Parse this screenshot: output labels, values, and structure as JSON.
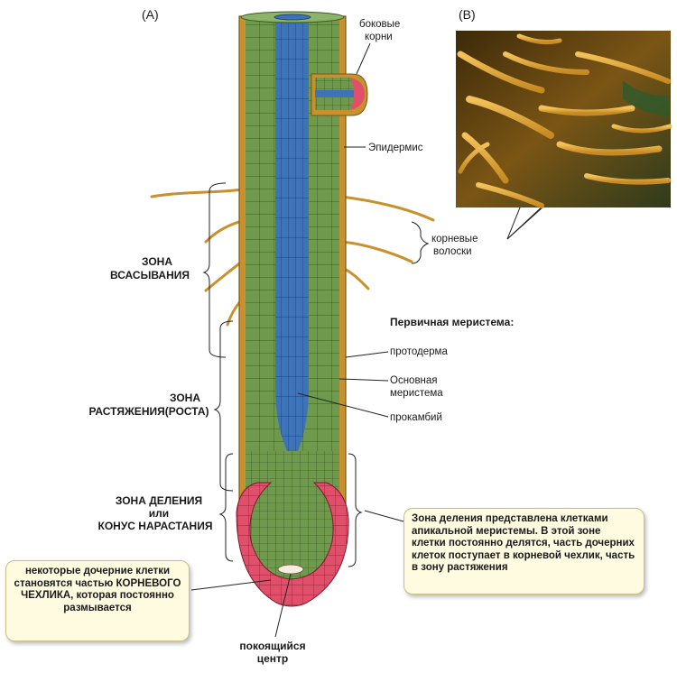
{
  "panels": {
    "a": "(A)",
    "b": "(B)"
  },
  "labels": {
    "lateral_roots": [
      "боковые",
      "корни"
    ],
    "epidermis": "Эпидермис",
    "root_hairs": [
      "корневые",
      "волоски"
    ],
    "absorption_zone": [
      "ЗОНА",
      "ВСАСЫВАНИЯ"
    ],
    "primary_meristem": "Первичная меристема:",
    "protoderm": "протодерма",
    "ground_meristem": [
      "Основная",
      "меристема"
    ],
    "elongation_zone": [
      "ЗОНА",
      "РАСТЯЖЕНИЯ(РОСТА)"
    ],
    "procambium": "прокамбий",
    "division_zone": [
      "ЗОНА ДЕЛЕНИЯ",
      "или",
      "КОНУС НАРАСТАНИЯ"
    ],
    "quiescent_center": [
      "покоящийся",
      "центр"
    ]
  },
  "callouts": {
    "division_note": "Зона деления представлена клетками апикальной меристемы. В этой зоне клетки постоянно делятся, часть дочерних клеток поступает в корневой чехлик, часть в зону растяжения",
    "cap_note": "некоторые дочерние клетки становятся частью КОРНЕВОГО ЧЕХЛИКА, которая постоянно размывается"
  },
  "colors": {
    "epidermis": "#c8912d",
    "cortex": "#6f9a4e",
    "stele": "#3f73b8",
    "root_cap": "#e0506a",
    "callout_bg": "#fffbe0"
  }
}
